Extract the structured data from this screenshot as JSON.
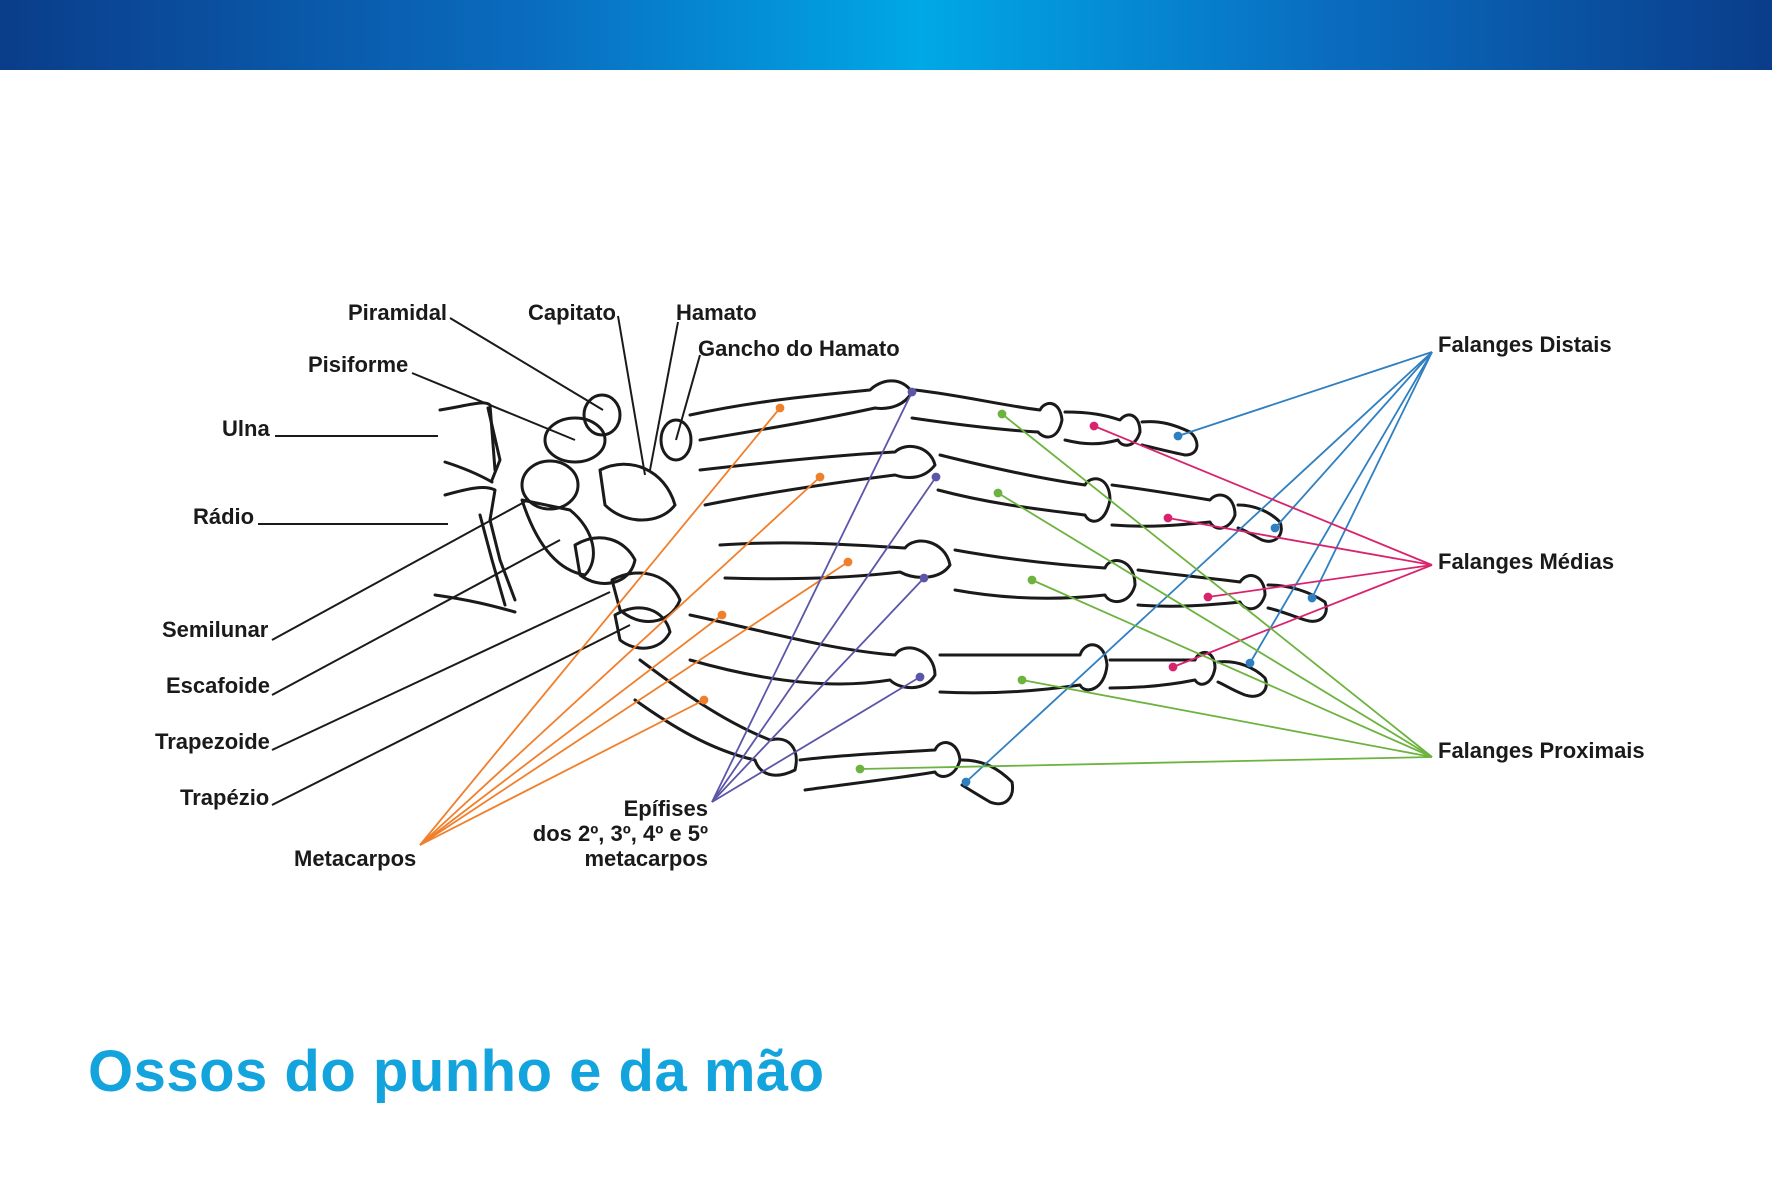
{
  "title": "Ossos do punho e da mão",
  "colors": {
    "header_gradient": [
      "#0a3d8a",
      "#00a8e6"
    ],
    "title": "#13a3dd",
    "metacarpos_lines": "#f07f2b",
    "epifises_lines": "#5b56a7",
    "distais_lines": "#2f7fc1",
    "medias_lines": "#d8246e",
    "proximais_lines": "#6db33f"
  },
  "labels": {
    "piramidal": "Piramidal",
    "capitato": "Capitato",
    "hamato": "Hamato",
    "gancho_hamato": "Gancho do Hamato",
    "pisiforme": "Pisiforme",
    "ulna": "Ulna",
    "radio": "Rádio",
    "semilunar": "Semilunar",
    "escafoide": "Escafoide",
    "trapezoide": "Trapezoide",
    "trapezio": "Trapézio",
    "metacarpos": "Metacarpos",
    "epifises_1": "Epífises",
    "epifises_2": "dos 2º, 3º, 4º e 5º",
    "epifises_3": "metacarpos",
    "falanges_distais": "Falanges Distais",
    "falanges_medias": "Falanges Médias",
    "falanges_proximais": "Falanges Proximais"
  }
}
